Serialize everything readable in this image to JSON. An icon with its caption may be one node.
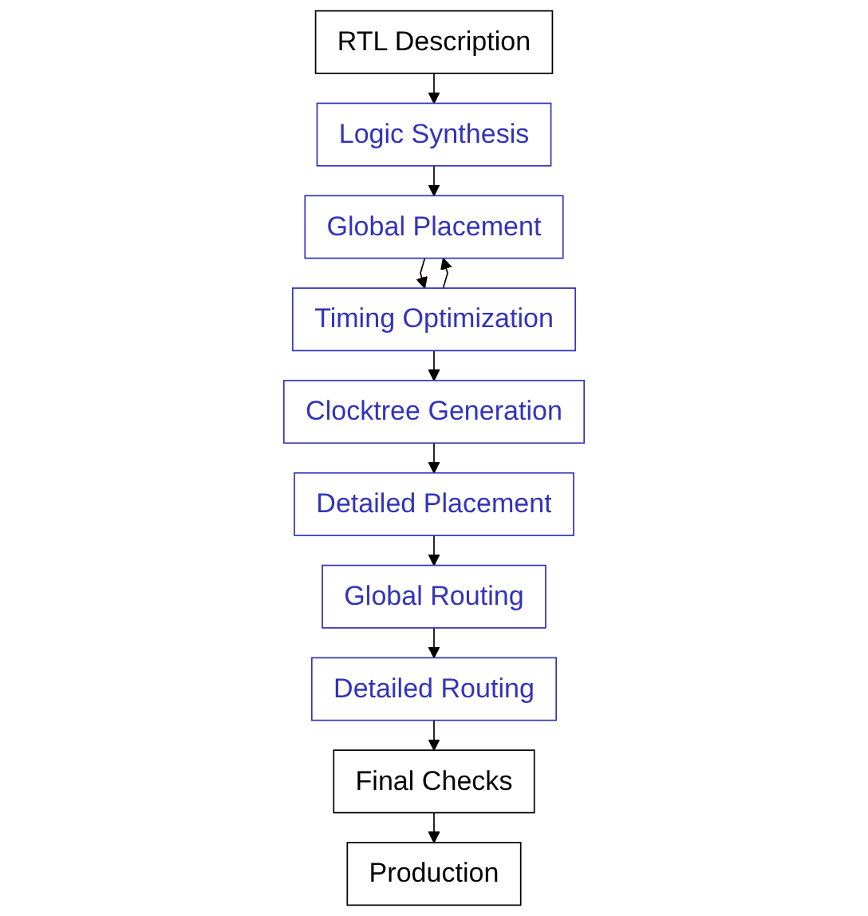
{
  "diagram": {
    "nodes": [
      {
        "text": [
          "RTL Description"
        ]
      },
      {
        "text": [
          "Logic Synthesis"
        ]
      },
      {
        "text": [
          "Global Placement"
        ]
      },
      {
        "text": [
          "Timing Optimization"
        ]
      },
      {
        "text": [
          "Clocktree Generation"
        ]
      },
      {
        "text": [
          "Detailed Placement"
        ]
      },
      {
        "text": [
          "Global Routing"
        ]
      },
      {
        "text": [
          "Detailed Routing"
        ]
      },
      {
        "text": [
          "Final Checks"
        ]
      },
      {
        "text": [
          "Production"
        ]
      }
    ],
    "edges": [
      {
        "from": 0,
        "to": 1,
        "arrow": "to"
      },
      {
        "from": 1,
        "to": 2,
        "arrow": "to"
      },
      {
        "from": 2,
        "to": 3,
        "arrow": "to"
      },
      {
        "from": 3,
        "to": 2,
        "arrow": "to"
      },
      {
        "from": 3,
        "to": 4,
        "arrow": "to"
      },
      {
        "from": 4,
        "to": 5,
        "arrow": "to"
      },
      {
        "from": 5,
        "to": 6,
        "arrow": "to"
      },
      {
        "from": 6,
        "to": 7,
        "arrow": "to"
      },
      {
        "from": 7,
        "to": 8,
        "arrow": "to"
      },
      {
        "from": 8,
        "to": 9,
        "arrow": "to"
      }
    ]
  }
}
